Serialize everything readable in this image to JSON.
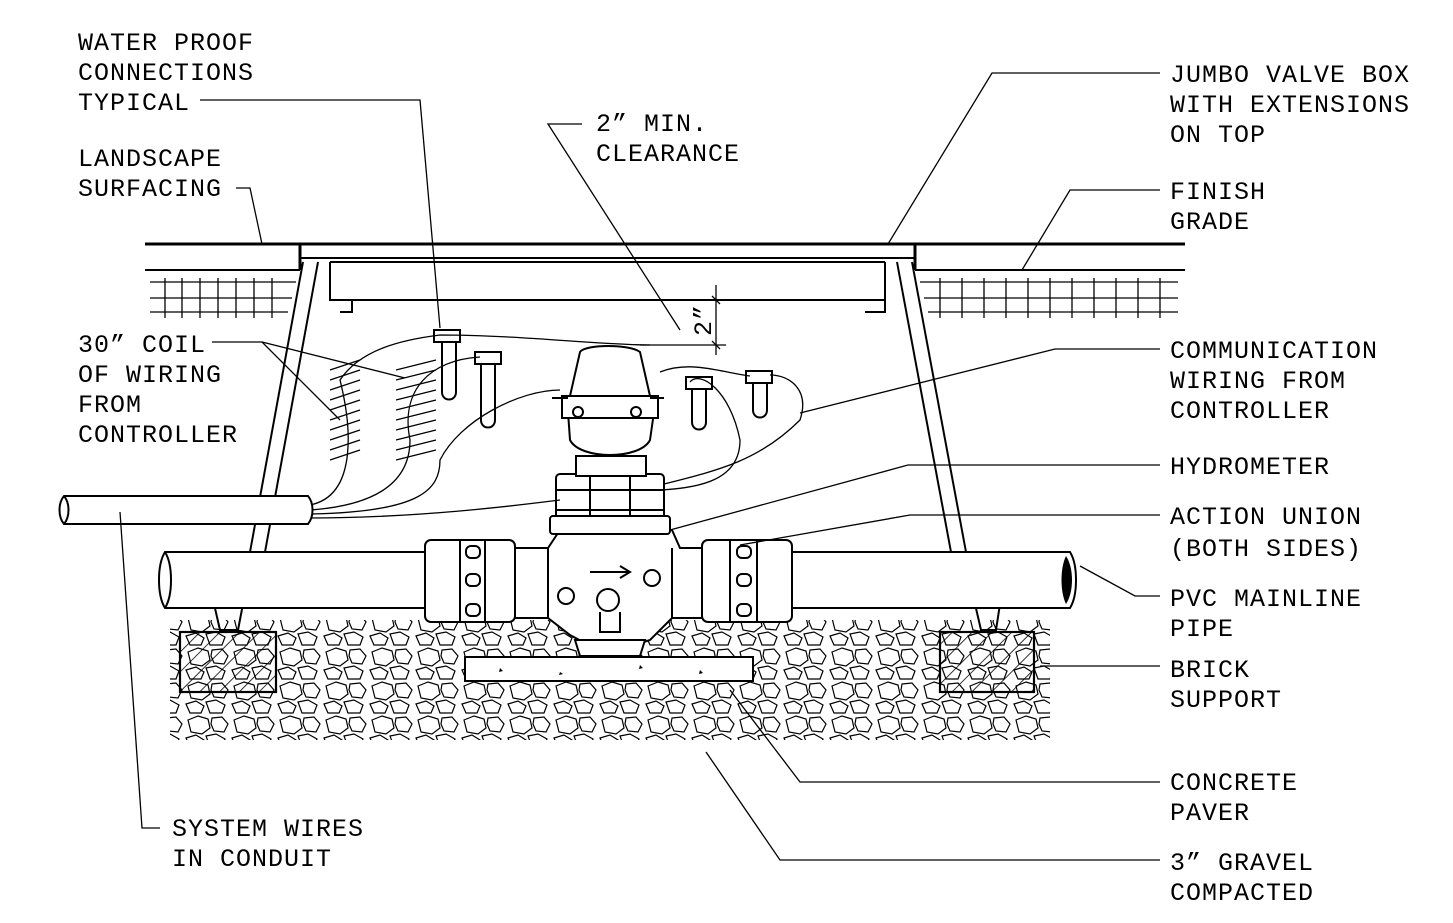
{
  "labels": {
    "water_proof": [
      "WATER PROOF",
      "CONNECTIONS",
      "TYPICAL"
    ],
    "landscape": [
      "LANDSCAPE",
      "SURFACING"
    ],
    "coil": [
      "30” COIL",
      "OF WIRING",
      "FROM",
      "CONTROLLER"
    ],
    "clearance": [
      "2” MIN.",
      "CLEARANCE"
    ],
    "dim_2in": "2”",
    "jumbo": [
      "JUMBO VALVE BOX",
      "WITH EXTENSIONS",
      "ON TOP"
    ],
    "finish": [
      "FINISH",
      "GRADE"
    ],
    "communication": [
      "COMMUNICATION",
      "WIRING FROM",
      "CONTROLLER"
    ],
    "hydrometer": [
      "HYDROMETER"
    ],
    "union": [
      "ACTION UNION",
      "(BOTH SIDES)"
    ],
    "pvc": [
      "PVC MAINLINE",
      "PIPE"
    ],
    "brick": [
      "BRICK",
      "SUPPORT"
    ],
    "paver": [
      "CONCRETE",
      "PAVER"
    ],
    "gravel": [
      "3” GRAVEL",
      "COMPACTED"
    ],
    "system": [
      "SYSTEM WIRES",
      "IN CONDUIT"
    ]
  }
}
